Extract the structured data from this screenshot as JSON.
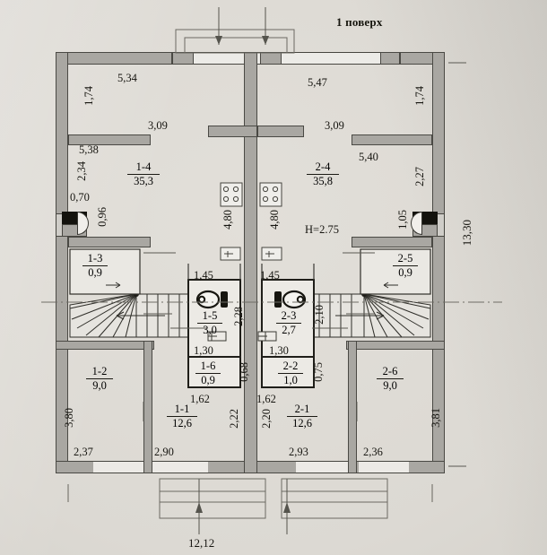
{
  "document": {
    "title": "1 поверх",
    "type": "architectural-floor-plan",
    "ceiling_height_note": "H=2.75",
    "overall_width": "12,12",
    "overall_height": "13,30"
  },
  "units": [
    {
      "id": "unit-left",
      "rooms": [
        {
          "number": "1-4",
          "area": "35,3"
        },
        {
          "number": "1-3",
          "area": "0,9"
        },
        {
          "number": "1-5",
          "area": "3,0"
        },
        {
          "number": "1-6",
          "area": "0,9"
        },
        {
          "number": "1-2",
          "area": "9,0"
        },
        {
          "number": "1-1",
          "area": "12,6"
        }
      ]
    },
    {
      "id": "unit-right",
      "rooms": [
        {
          "number": "2-4",
          "area": "35,8"
        },
        {
          "number": "2-5",
          "area": "0,9"
        },
        {
          "number": "2-3",
          "area": "2,7"
        },
        {
          "number": "2-2",
          "area": "1,0"
        },
        {
          "number": "2-6",
          "area": "9,0"
        },
        {
          "number": "2-1",
          "area": "12,6"
        }
      ]
    }
  ],
  "dimensions": {
    "left_unit": {
      "top_window": "5,34",
      "niche_depth": "1,74",
      "room_width_upper": "3,09",
      "wall_run": "5,38",
      "left_seg_a": "2,34",
      "left_seg_b": "0,70",
      "window_w": "0,96",
      "kitchen_run": "4,80",
      "bath_width": "1,45",
      "bath_depth": "2,28",
      "bath_inner": "1,30",
      "wc_depth": "0,68",
      "hall_width": "1,62",
      "room12_height": "3,80",
      "room12_width": "2,37",
      "room11_width": "2,90",
      "room11_depth": "2,22"
    },
    "right_unit": {
      "top_window": "5,47",
      "niche_depth": "1,74",
      "room_width_upper": "3,09",
      "wall_run": "5,40",
      "right_seg_a": "2,27",
      "window_w": "1,05",
      "kitchen_run": "4,80",
      "bath_width": "1,45",
      "bath_depth": "2,10",
      "bath_inner": "1,30",
      "wc_depth": "0,75",
      "hall_width": "1,62",
      "room26_height": "3,81",
      "room26_width": "2,36",
      "room21_width": "2,93",
      "room21_depth": "2,20"
    },
    "overall": {
      "right_total": "13,30",
      "bottom_total": "12,12"
    }
  },
  "colors": {
    "paper": "#dcd9d3",
    "wall_fill": "#a9a7a2",
    "wall_stroke": "#4a4944",
    "floor": "#e9e7e2",
    "ink": "#17160f"
  }
}
